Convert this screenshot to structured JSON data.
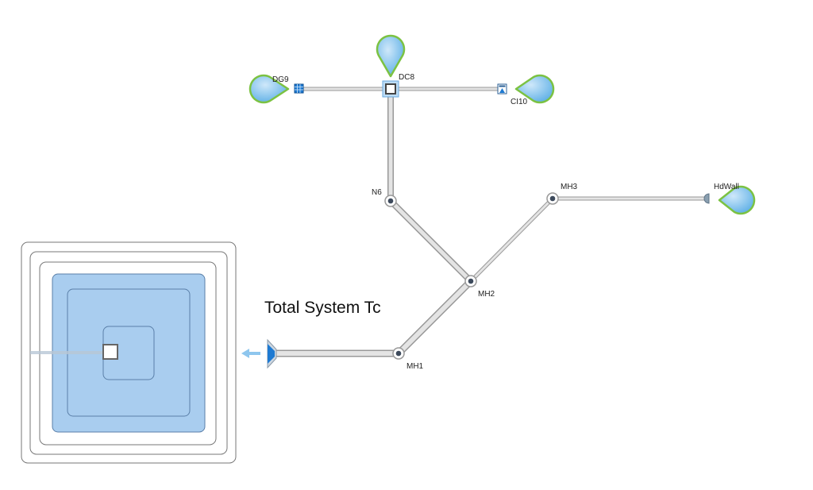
{
  "title": "Total System Tc",
  "nodes": {
    "dg9": "DG9",
    "dc8": "DC8",
    "ci10": "CI10",
    "n6": "N6",
    "mh3": "MH3",
    "hdwall": "HdWall",
    "mh2": "MH2",
    "mh1": "MH1"
  },
  "colors": {
    "catchment": "#a9cdef",
    "drop": "#8ec6ee",
    "drop_outline": "#7cc242",
    "pipe": "#c8c8c8",
    "accent": "#1e7ad2"
  }
}
